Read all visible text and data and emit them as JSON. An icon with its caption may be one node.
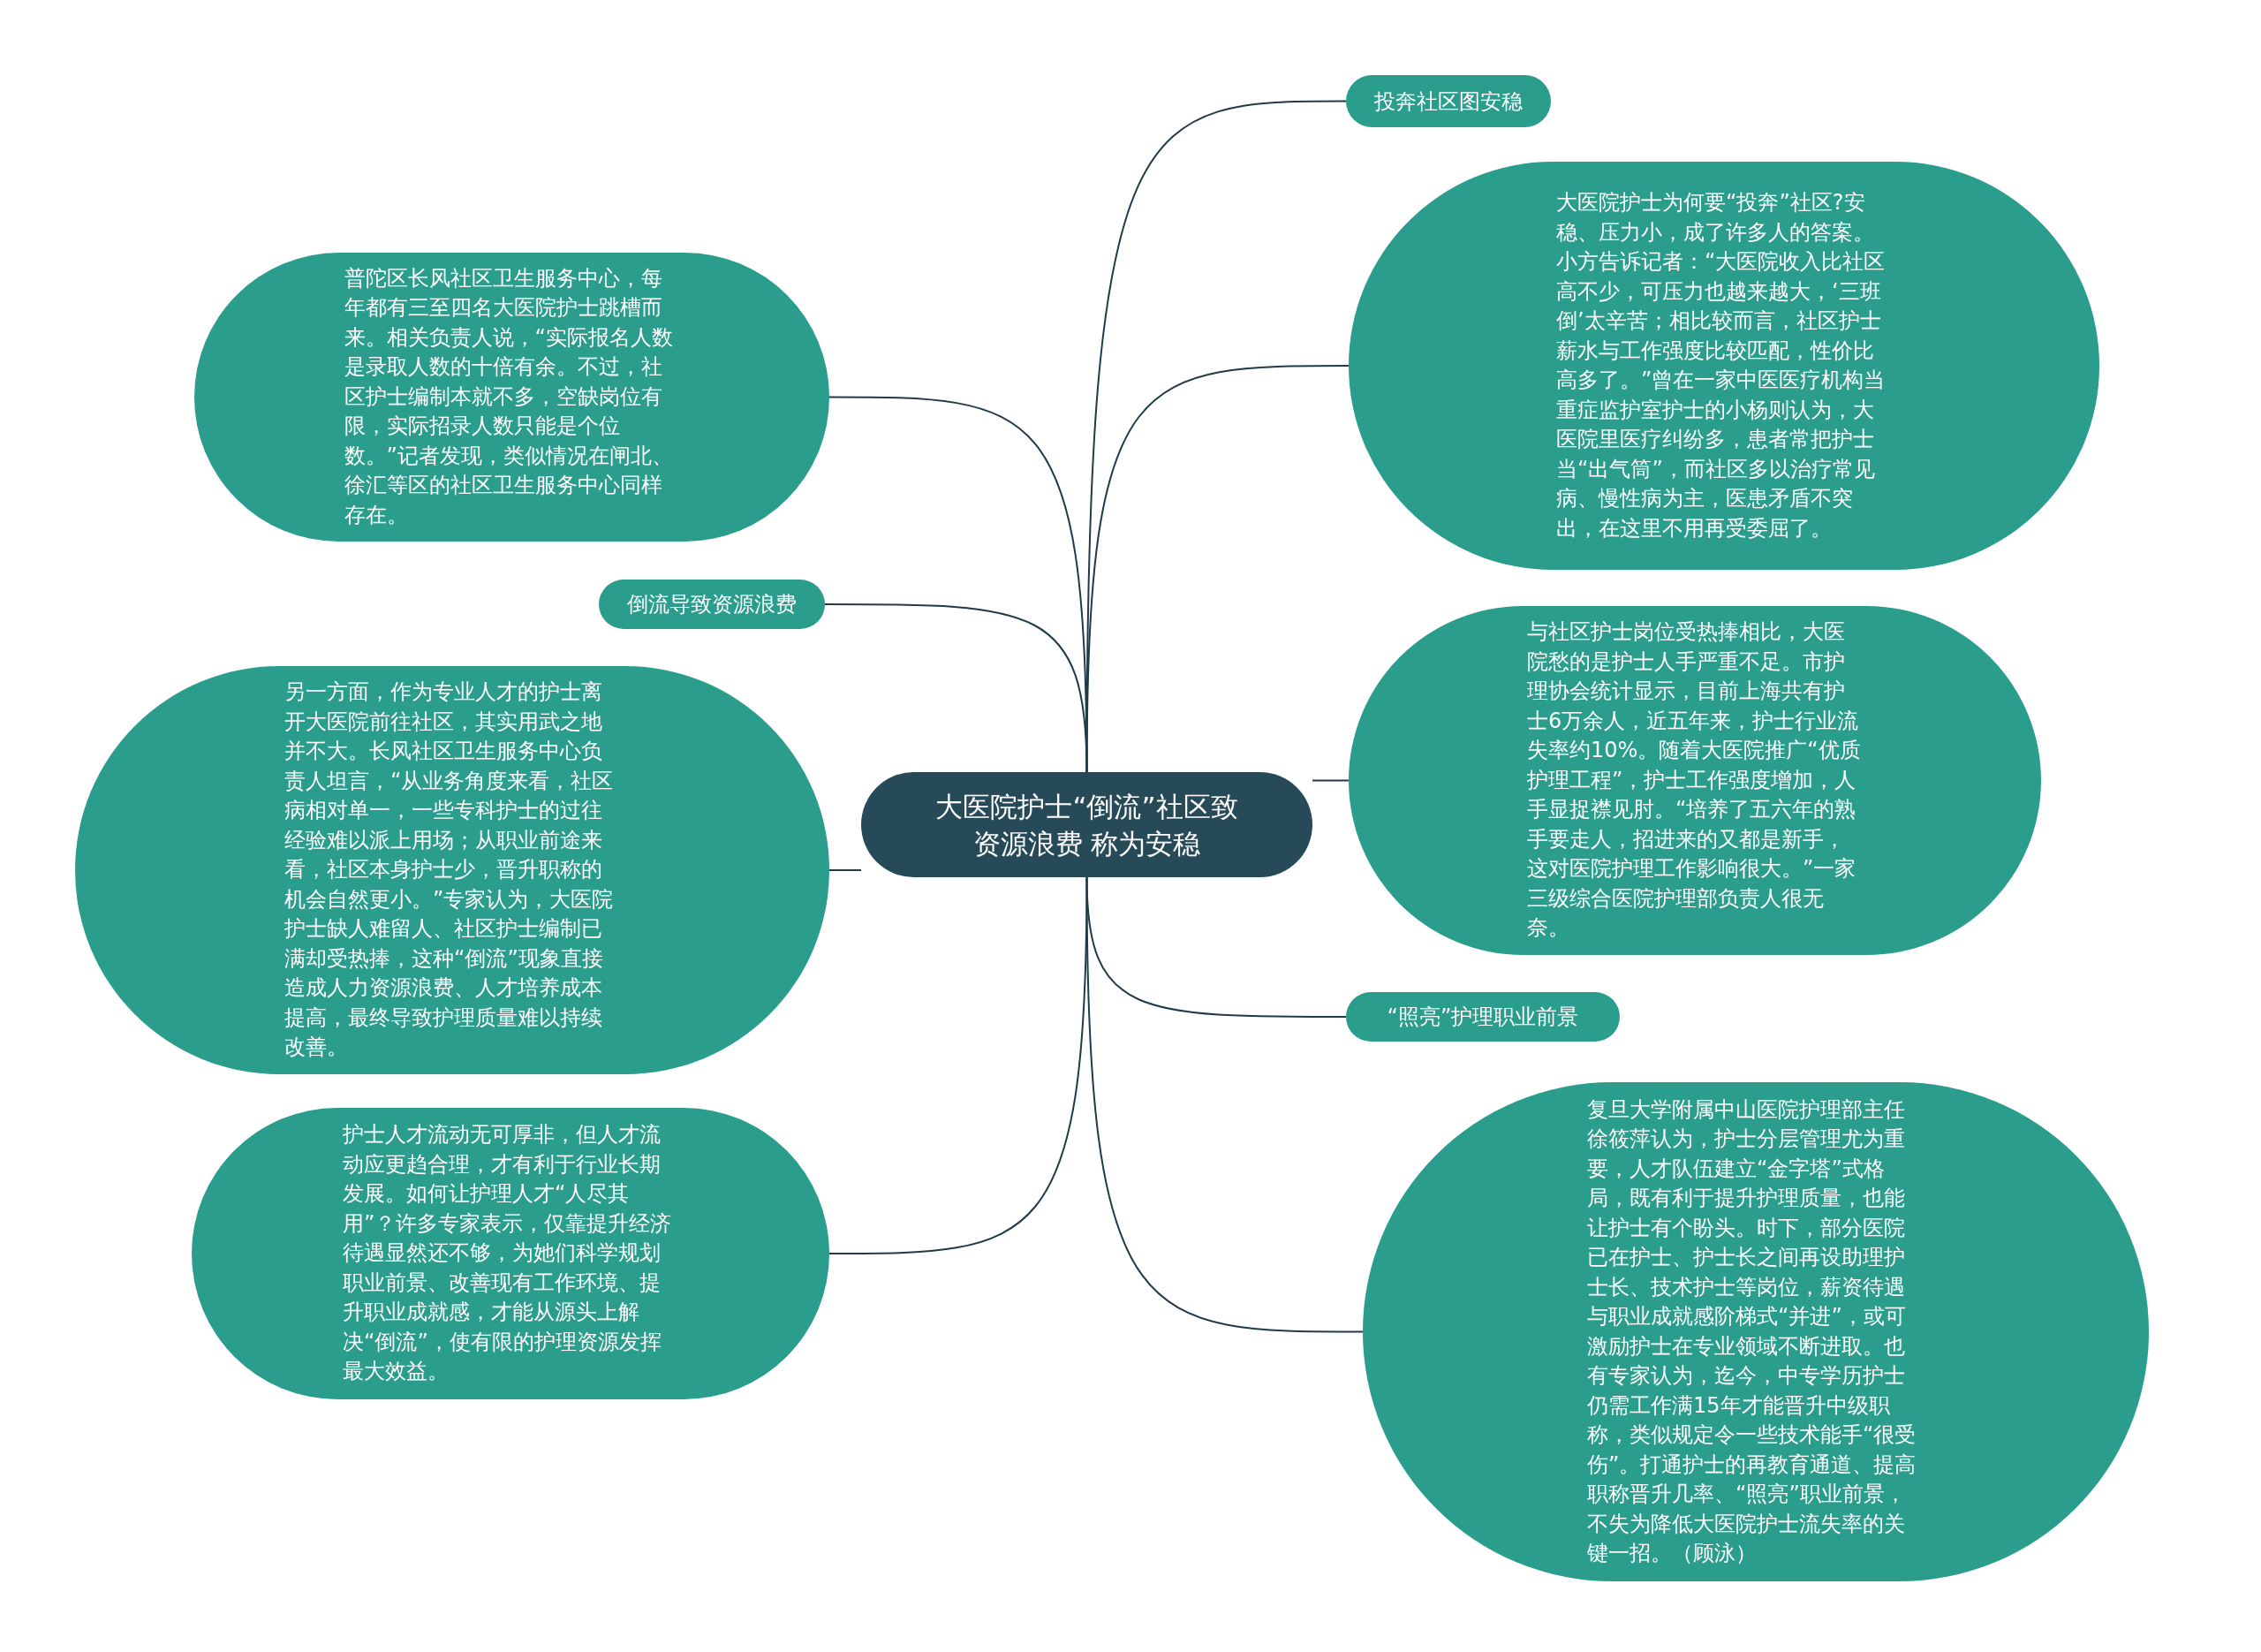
{
  "diagram": {
    "nodes": [
      {
        "text": [
          "大医院护士“倒流”社区致资源浪费 称为安稳"
        ]
      },
      {
        "text": [
          "投奔社区图安稳"
        ]
      },
      {
        "text": [
          "大医院护士为何要“投奔”社区?安稳、压力小，成了许多人的答案。小方告诉记者：“大医院收入比社区高不少，可压力也越来越大，‘三班倒’太辛苦；相比较而言，社区护士薪水与工作强度比较匹配，性价比高多了。”曾在一家中医医疗机构当重症监护室护士的小杨则认为，大医院里医疗纠纷多，患者常把护士当“出气筒”，而社区多以治疗常见病、慢性病为主，医患矛盾不突出，在这里不用再受委屈了。"
        ]
      },
      {
        "text": [
          "与社区护士岗位受热捧相比，大医院愁的是护士人手严重不足。市护理协会统计显示，目前上海共有护士6万余人，近五年来，护士行业流失率约10%。随着大医院推广“优质护理工程”，护士工作强度增加，人手显捉襟见肘。“培养了五六年的熟手要走人，招进来的又都是新手，这对医院护理工作影响很大。”一家三级综合医院护理部负责人很无奈。"
        ]
      },
      {
        "text": [
          "“照亮”护理职业前景"
        ]
      },
      {
        "text": [
          "复旦大学附属中山医院护理部主任徐筱萍认为，护士分层管理尤为重要，人才队伍建立“金字塔”式格局，既有利于提升护理质量，也能让护士有个盼头。时下，部分医院已在护士、护士长之间再设助理护士长、技术护士等岗位，薪资待遇与职业成就感阶梯式“并进”，或可激励护士在专业领域不断进取。也有专家认为，迄今，中专学历护士仍需工作满15年才能晋升中级职称，类似规定令一些技术能手“很受伤”。打通护士的再教育通道、提高职称晋升几率、“照亮”职业前景，不失为降低大医院护士流失率的关键一招。（顾泳）"
        ]
      },
      {
        "text": [
          "普陀区长风社区卫生服务中心，每年都有三至四名大医院护士跳槽而来。相关负责人说，“实际报名人数是录取人数的十倍有余。不过，社区护士编制本就不多，空缺岗位有限，实际招录人数只能是个位数。”记者发现，类似情况在闸北、徐汇等区的社区卫生服务中心同样存在。"
        ]
      },
      {
        "text": [
          "倒流导致资源浪费"
        ]
      },
      {
        "text": [
          "另一方面，作为专业人才的护士离开大医院前往社区，其实用武之地并不大。长风社区卫生服务中心负责人坦言，“从业务角度来看，社区病相对单一，一些专科护士的过往经验难以派上用场；从职业前途来看，社区本身护士少，晋升职称的机会自然更小。”专家认为，大医院护士缺人难留人、社区护士编制已满却受热捧，这种“倒流”现象直接造成人力资源浪费、人才培养成本提高，最终导致护理质量难以持续改善。"
        ]
      },
      {
        "text": [
          "护士人才流动无可厚非，但人才流动应更趋合理，才有利于行业长期发展。如何让护理人才“人尽其用”？许多专家表示，仅靠提升经济待遇显然还不够，为她们科学规划职业前景、改善现有工作环境、提升职业成就感，才能从源头上解决“倒流”，使有限的护理资源发挥最大效益。"
        ]
      }
    ],
    "edges": [
      {
        "from": 0,
        "to": 1,
        "arrow": "none"
      },
      {
        "from": 0,
        "to": 2,
        "arrow": "none"
      },
      {
        "from": 0,
        "to": 3,
        "arrow": "none"
      },
      {
        "from": 0,
        "to": 4,
        "arrow": "none"
      },
      {
        "from": 0,
        "to": 5,
        "arrow": "none"
      },
      {
        "from": 0,
        "to": 6,
        "arrow": "none"
      },
      {
        "from": 0,
        "to": 7,
        "arrow": "none"
      },
      {
        "from": 0,
        "to": 8,
        "arrow": "none"
      },
      {
        "from": 0,
        "to": 9,
        "arrow": "none"
      }
    ]
  }
}
